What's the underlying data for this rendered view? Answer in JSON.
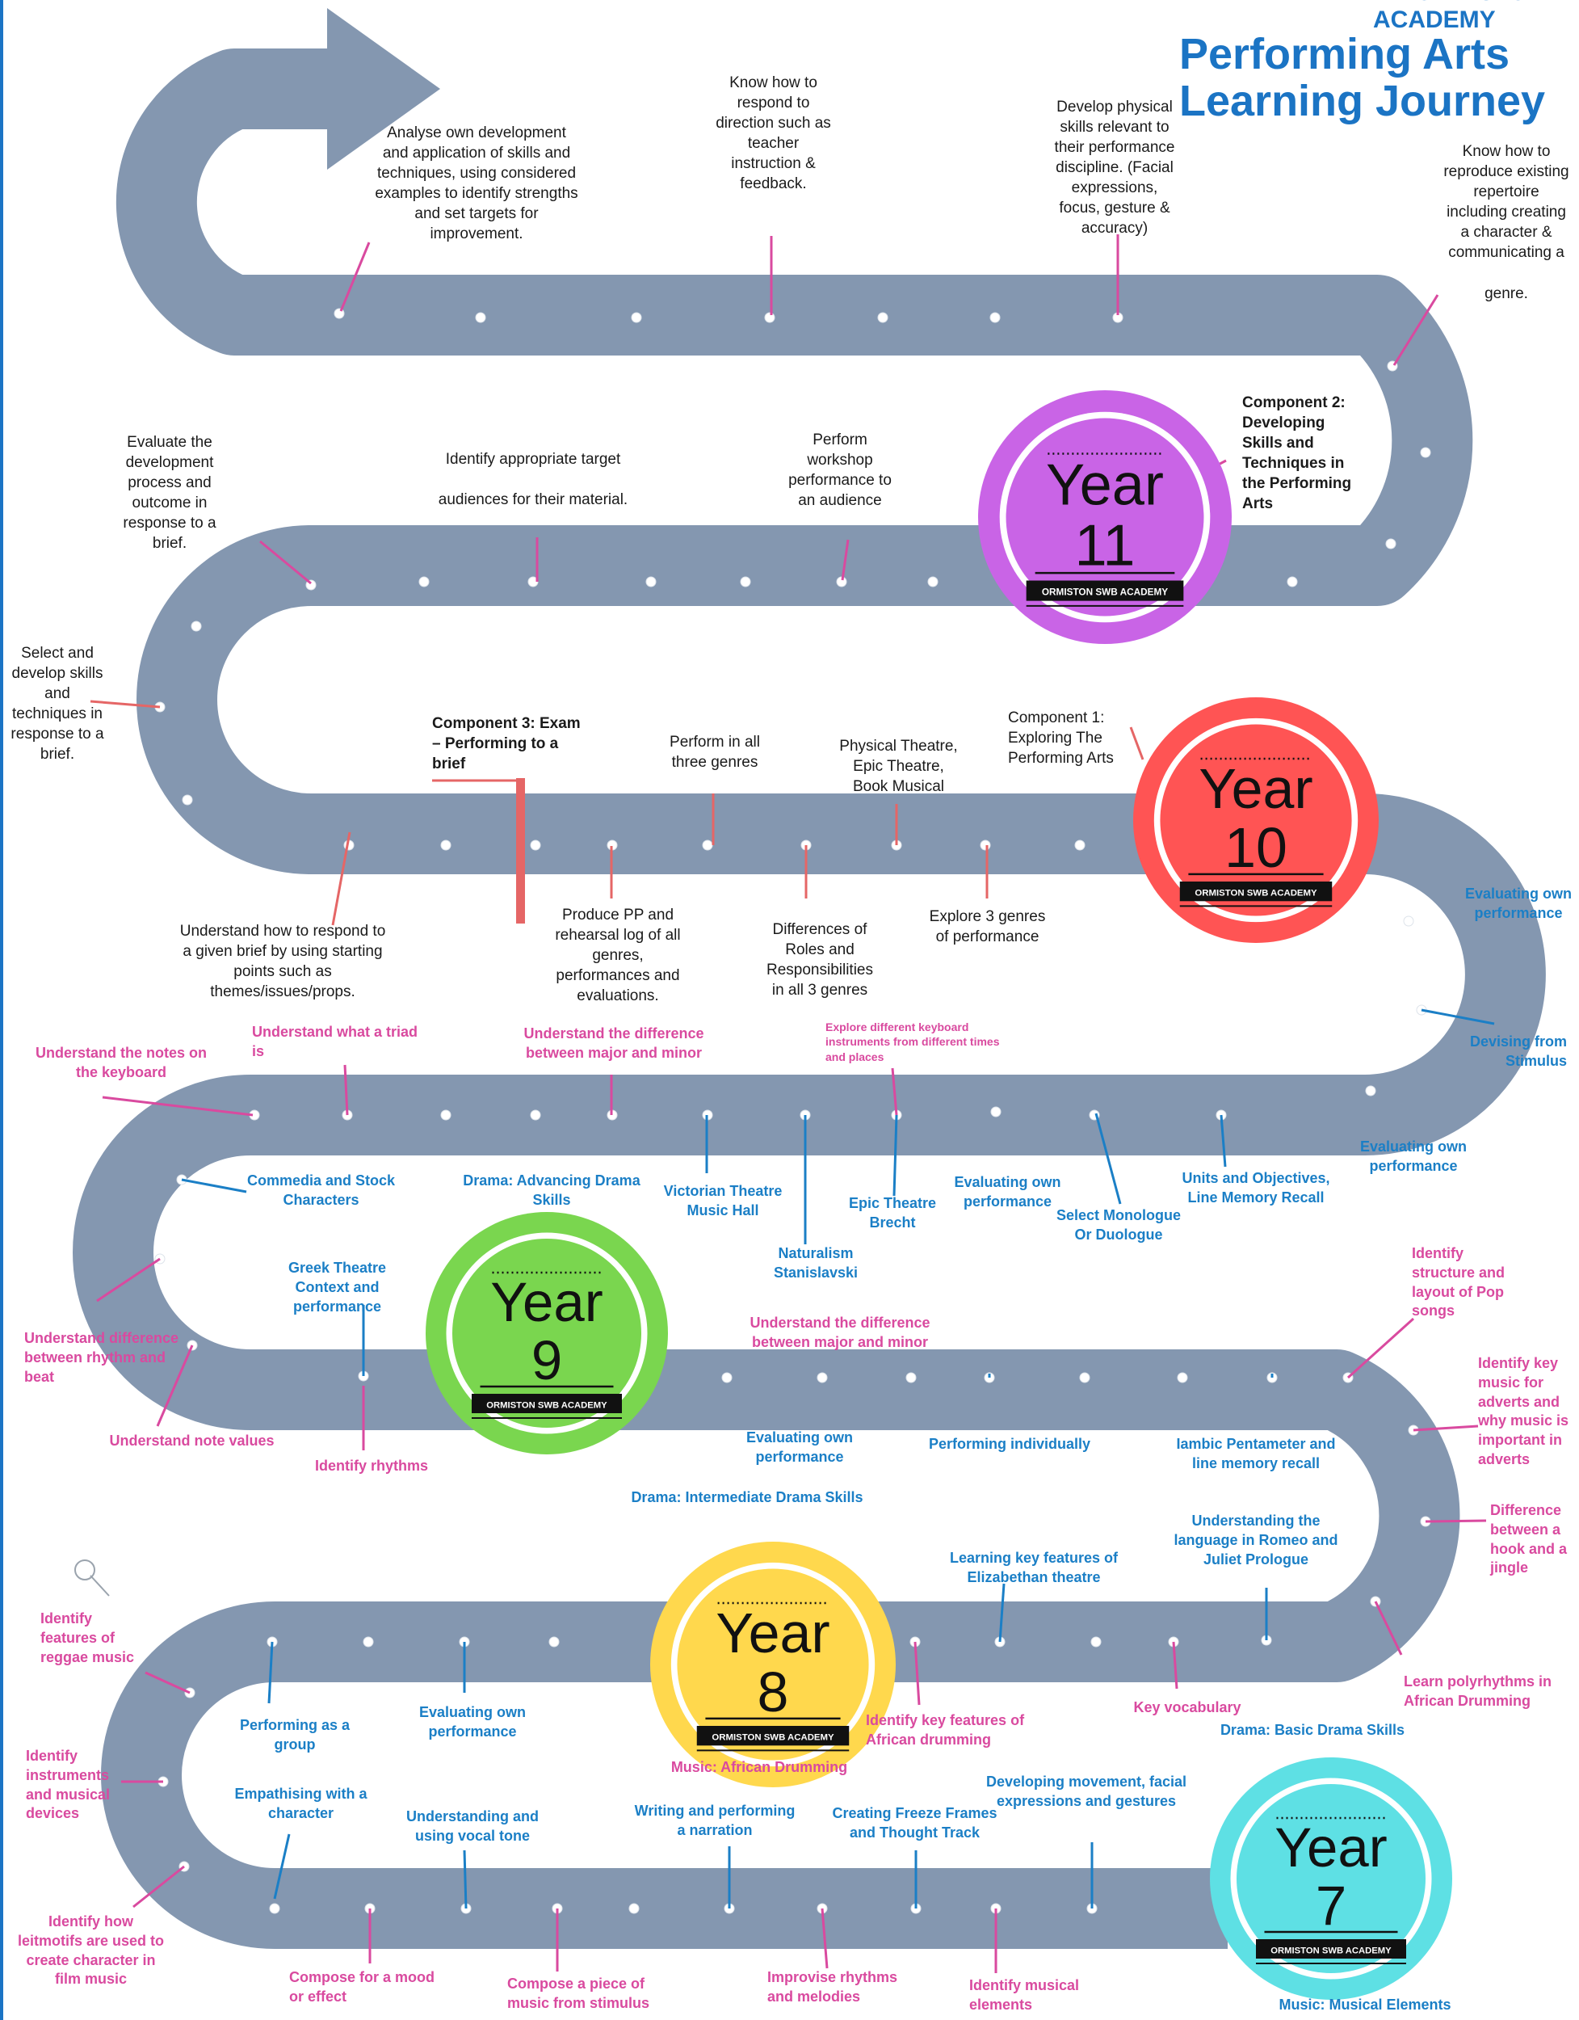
{
  "header": {
    "org_cutoff": "AN ORMISTON ACADEMY",
    "title": "Performing Arts\nLearning Journey"
  },
  "colors": {
    "road": "#8497b0",
    "dots": "#ffffff",
    "text_dark": "#1a1a1a",
    "text_blue": "#1b7fc6",
    "text_pink": "#d94a9f",
    "year11": "#c964e6",
    "year10": "#ff5454",
    "year9": "#7ad64f",
    "year8": "#ffd84d",
    "year7": "#5ee0e4",
    "exam_marker": "#e56666"
  },
  "years": [
    {
      "id": "y11",
      "line1": "Year",
      "line2": "11",
      "banner": "ORMISTON SWB ACADEMY",
      "color": "#c964e6"
    },
    {
      "id": "y10",
      "line1": "Year",
      "line2": "10",
      "banner": "ORMISTON SWB ACADEMY",
      "color": "#ff5454"
    },
    {
      "id": "y9",
      "line1": "Year",
      "line2": "9",
      "banner": "ORMISTON SWB ACADEMY",
      "color": "#7ad64f"
    },
    {
      "id": "y8",
      "line1": "Year",
      "line2": "8",
      "banner": "ORMISTON SWB ACADEMY",
      "color": "#ffd84d"
    },
    {
      "id": "y7",
      "line1": "Year",
      "line2": "7",
      "banner": "ORMISTON SWB ACADEMY",
      "color": "#5ee0e4"
    }
  ],
  "labels": {
    "y11_analyse": "Analyse own development\nand application of skills and\ntechniques, using considered\nexamples to identify strengths\nand set targets for\nimprovement.",
    "y11_direction": "Know how to\nrespond to\ndirection such as\nteacher\ninstruction &\nfeedback.",
    "y11_physical": "Develop physical\nskills relevant to\ntheir performance\ndiscipline. (Facial\nexpressions,\nfocus, gesture &\naccuracy)",
    "y11_repertoire": "Know how to\nreproduce existing\nrepertoire\nincluding creating\na character &\ncommunicating a\n\ngenre.",
    "y11_component2": "Component 2:\nDeveloping\nSkills and\nTechniques in\nthe Performing\nArts",
    "y11_evaluate": "Evaluate the\ndevelopment\nprocess and\noutcome in\nresponse to a\nbrief.",
    "y11_target": "Identify appropriate target\n\naudiences for their material.",
    "y11_workshop": "Perform\nworkshop\nperformance to\nan audience",
    "y11_select": "Select and\ndevelop skills\nand\ntechniques in\nresponse to a\nbrief.",
    "y10_component3": "Component  3: Exam\n– Performing to a\nbrief",
    "y10_three_genres": "Perform in all\nthree genres",
    "y10_physical_theatre": "Physical Theatre,\nEpic Theatre,\nBook Musical",
    "y10_component1": "Component 1:\nExploring The\nPerforming Arts",
    "y10_brief": "Understand how to respond to\na given brief by using starting\npoints such as\nthemes/issues/props.",
    "y10_pp": "Produce PP and\nrehearsal log of all\ngenres,\nperformances and\nevaluations.",
    "y10_roles": "Differences of\nRoles and\nResponsibilities\nin all 3 genres",
    "y10_explore": "Explore 3 genres\nof performance",
    "y10_eval_own": "Evaluating own\nperformance",
    "y10_devising": "Devising from\nStimulus",
    "y9_notes_keyboard": "Understand the notes on\nthe keyboard",
    "y9_triad": "Understand what a triad\nis",
    "y9_major_minor_top": "Understand the difference\nbetween major and minor",
    "y9_keyboard_instruments": "Explore  different  keyboard\ninstruments from different times\nand places",
    "y9_eval_own_right": "Evaluating own\nperformance",
    "y9_commedia": "Commedia and Stock\nCharacters",
    "y9_advancing": "Drama:  Advancing Drama\nSkills",
    "y9_victorian": "Victorian Theatre\nMusic Hall",
    "y9_naturalism": "Naturalism\nStanislavski",
    "y9_epic": "Epic Theatre\nBrecht",
    "y9_eval_own_mid": "Evaluating own\nperformance",
    "y9_monologue": "Select Monologue\nOr Duologue",
    "y9_units": "Units and Objectives,\nLine Memory Recall",
    "y9_greek": "Greek Theatre\nContext and\nperformance",
    "y9_rhythm_beat": "Understand difference\nbetween rhythm and\nbeat",
    "y9_note_values": "Understand note values",
    "y9_identify_rhythms": "Identify rhythms",
    "y8_major_minor": "Understand the difference\nbetween major and minor",
    "y8_pop_songs": "Identify\nstructure and\nlayout of Pop\nsongs",
    "y8_adverts": "Identify key\nmusic for\nadverts and\nwhy music is\nimportant in\nadverts",
    "y8_hook_jingle": "Difference\nbetween a\nhook and a\njingle",
    "y8_eval_own": "Evaluating own\nperformance",
    "y8_individually": "Performing individually",
    "y8_iambic": "Iambic Pentameter and\nline memory recall",
    "y8_intermediate": "Drama:  Intermediate Drama Skills",
    "y8_romeo": "Understanding the\nlanguage in Romeo and\nJuliet Prologue",
    "y8_elizabethan": "Learning key features of\nElizabethan theatre",
    "y8_reggae": "Identify\nfeatures of\nreggae music",
    "y8_group": "Performing as  a\ngroup",
    "y8_eval_own_low": "Evaluating own\nperformance",
    "y8_african_music": "Music: African Drumming",
    "y8_african_features": "Identify key features of\nAfrican drumming",
    "y8_key_vocab": "Key vocabulary",
    "y8_polyrhythms": "Learn polyrhythms in\nAfrican Drumming",
    "y7_basic": "Drama:  Basic Drama Skills",
    "y7_instruments": "Identify\ninstruments\nand musical\ndevices",
    "y7_empathising": "Empathising with a\ncharacter",
    "y7_vocal": "Understanding and\nusing vocal tone",
    "y7_narration": "Writing and performing\na narration",
    "y7_freeze": "Creating Freeze Frames\nand Thought Track",
    "y7_movement": "Developing movement, facial\nexpressions and gestures",
    "y7_leitmotifs": "Identify how\nleitmotifs are used to\ncreate character in\nfilm music",
    "y7_mood": "Compose for a mood\nor effect",
    "y7_stimulus": "Compose a piece of\nmusic from stimulus",
    "y7_improvise": "Improvise rhythms\nand melodies",
    "y7_elements": "Identify musical\nelements",
    "y7_music_elements": "Music: Musical Elements"
  }
}
